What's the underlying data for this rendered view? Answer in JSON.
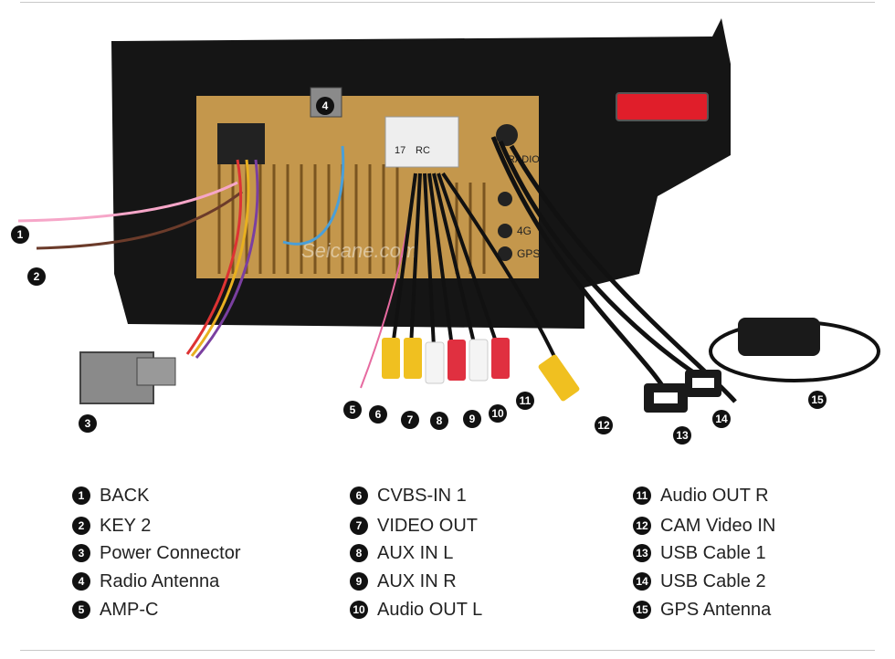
{
  "watermark": "Seicane.com",
  "unit_labels": [
    "GPS",
    "4G",
    "RADIO",
    "RC",
    "17"
  ],
  "callouts": [
    "1",
    "2",
    "3",
    "4",
    "5",
    "6",
    "7",
    "8",
    "9",
    "10",
    "11",
    "12",
    "13",
    "14",
    "15"
  ],
  "legend": [
    {
      "num": "1",
      "label": "BACK"
    },
    {
      "num": "2",
      "label": "KEY 2"
    },
    {
      "num": "3",
      "label": "Power Connector"
    },
    {
      "num": "4",
      "label": "Radio Antenna"
    },
    {
      "num": "5",
      "label": "AMP-C"
    },
    {
      "num": "6",
      "label": "CVBS-IN 1"
    },
    {
      "num": "7",
      "label": "VIDEO OUT"
    },
    {
      "num": "8",
      "label": "AUX IN L"
    },
    {
      "num": "9",
      "label": "AUX IN R"
    },
    {
      "num": "10",
      "label": "Audio OUT L"
    },
    {
      "num": "11",
      "label": "Audio OUT R"
    },
    {
      "num": "12",
      "label": "CAM Video IN"
    },
    {
      "num": "13",
      "label": "USB Cable 1"
    },
    {
      "num": "14",
      "label": "USB Cable 2"
    },
    {
      "num": "15",
      "label": "GPS Antenna"
    }
  ]
}
